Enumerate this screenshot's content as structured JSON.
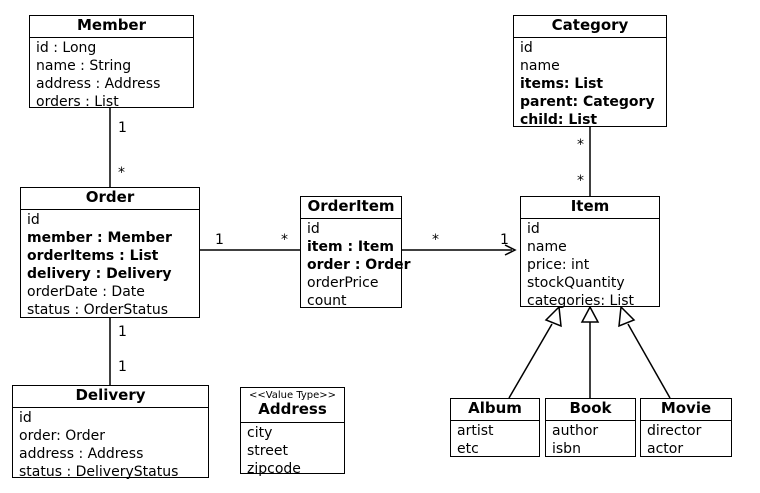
{
  "classes": {
    "member": {
      "name": "Member",
      "attrs": [
        {
          "text": "id : Long",
          "bold": false
        },
        {
          "text": "name : String",
          "bold": false
        },
        {
          "text": "address : Address",
          "bold": false
        },
        {
          "text": "orders : List",
          "bold": false
        }
      ]
    },
    "order": {
      "name": "Order",
      "attrs": [
        {
          "text": "id",
          "bold": false
        },
        {
          "text": "member : Member",
          "bold": true
        },
        {
          "text": "orderItems : List",
          "bold": true
        },
        {
          "text": "delivery : Delivery",
          "bold": true
        },
        {
          "text": "orderDate : Date",
          "bold": false
        },
        {
          "text": "status : OrderStatus",
          "bold": false
        }
      ]
    },
    "delivery": {
      "name": "Delivery",
      "attrs": [
        {
          "text": "id",
          "bold": false
        },
        {
          "text": "order: Order",
          "bold": false
        },
        {
          "text": "address : Address",
          "bold": false
        },
        {
          "text": "status : DeliveryStatus",
          "bold": false
        }
      ]
    },
    "orderitem": {
      "name": "OrderItem",
      "attrs": [
        {
          "text": "id",
          "bold": false
        },
        {
          "text": "item : Item",
          "bold": true
        },
        {
          "text": "order : Order",
          "bold": true
        },
        {
          "text": "orderPrice",
          "bold": false
        },
        {
          "text": "count",
          "bold": false
        }
      ]
    },
    "address": {
      "name": "Address",
      "stereotype": "<<Value Type>>",
      "attrs": [
        {
          "text": "city",
          "bold": false
        },
        {
          "text": "street",
          "bold": false
        },
        {
          "text": "zipcode",
          "bold": false
        }
      ]
    },
    "category": {
      "name": "Category",
      "attrs": [
        {
          "text": "id",
          "bold": false
        },
        {
          "text": "name",
          "bold": false
        },
        {
          "text": "items: List",
          "bold": true
        },
        {
          "text": "parent: Category",
          "bold": true
        },
        {
          "text": "child: List",
          "bold": true
        }
      ]
    },
    "item": {
      "name": "Item",
      "attrs": [
        {
          "text": "id",
          "bold": false
        },
        {
          "text": "name",
          "bold": false
        },
        {
          "text": "price: int",
          "bold": false
        },
        {
          "text": "stockQuantity",
          "bold": false
        },
        {
          "text": "categories: List",
          "bold": false
        }
      ]
    },
    "album": {
      "name": "Album",
      "attrs": [
        {
          "text": "artist",
          "bold": false
        },
        {
          "text": "etc",
          "bold": false
        }
      ]
    },
    "book": {
      "name": "Book",
      "attrs": [
        {
          "text": "author",
          "bold": false
        },
        {
          "text": "isbn",
          "bold": false
        }
      ]
    },
    "movie": {
      "name": "Movie",
      "attrs": [
        {
          "text": "director",
          "bold": false
        },
        {
          "text": "actor",
          "bold": false
        }
      ]
    }
  },
  "multiplicities": {
    "member_side": "1",
    "order_to_member": "*",
    "order_side": "1",
    "orderitem_to_order": "*",
    "orderitem_to_item": "*",
    "item_from_orderitem": "1",
    "category_side": "*",
    "item_to_category": "*",
    "order_to_delivery": "1",
    "delivery_side": "1"
  }
}
